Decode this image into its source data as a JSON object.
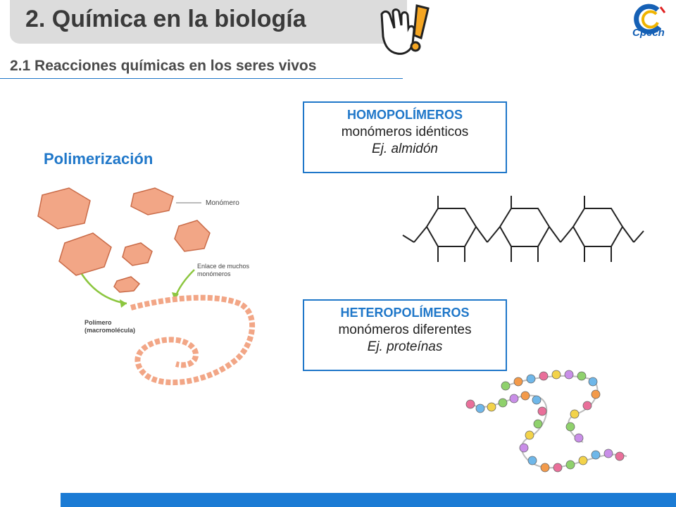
{
  "header": {
    "title": "2. Química en la biología",
    "subtitle": "2.1 Reacciones químicas en los seres vivos",
    "logo_text": "Cpech"
  },
  "main": {
    "section_title": "Polimerización",
    "illustration": {
      "label_monomer": "Monómero",
      "label_bond_1": "Enlace de muchos",
      "label_bond_2": "monómeros",
      "label_polymer_1": "Polímero",
      "label_polymer_2": "(macromolécula)"
    },
    "homopolymers": {
      "heading": "HOMOPOLÍMEROS",
      "line": "monómeros idénticos",
      "example": "Ej. almidón"
    },
    "heteropolymers": {
      "heading": "HETEROPOLÍMEROS",
      "line": "monómeros diferentes",
      "example": "Ej. proteínas"
    }
  },
  "colors": {
    "accent": "#1f77c9",
    "title_bar": "#dcdcdc",
    "bottom_bar": "#1b7bd4",
    "monomer": "#f0a27e"
  }
}
